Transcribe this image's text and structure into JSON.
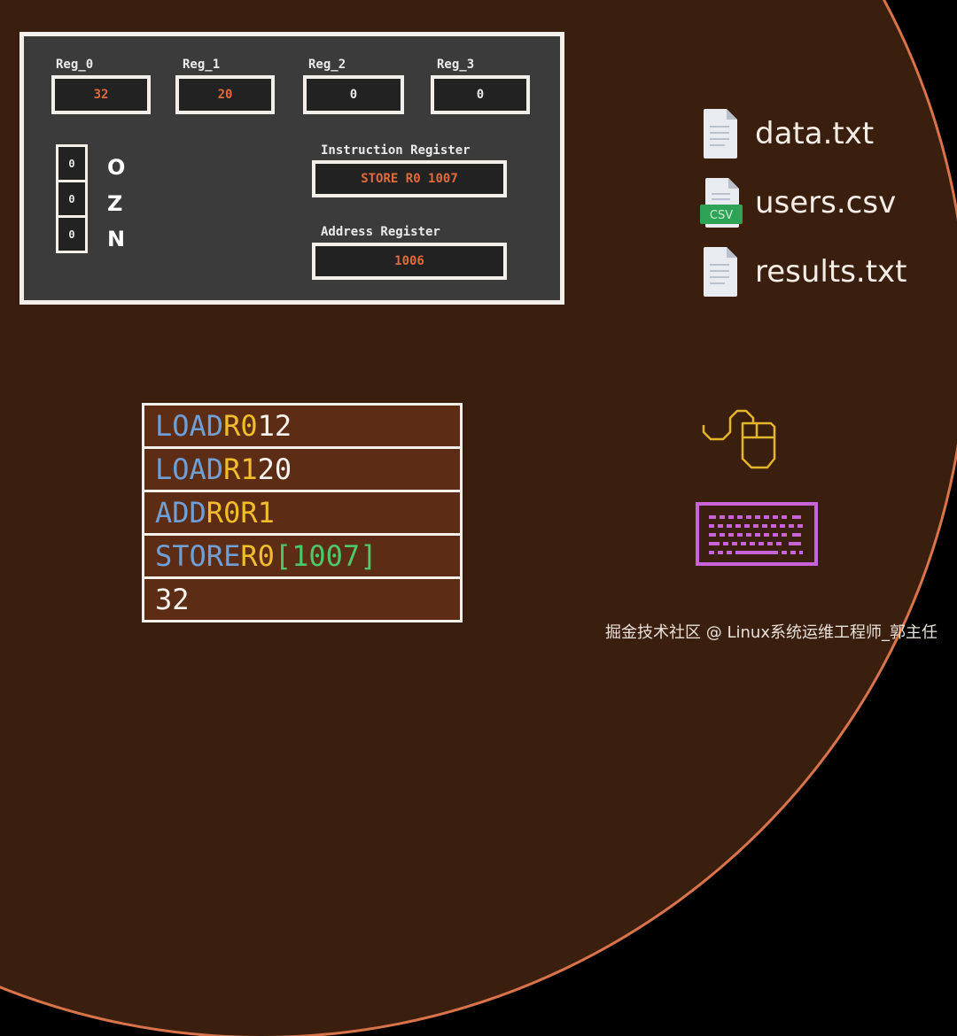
{
  "cpu": {
    "registers": [
      {
        "label": "Reg_0",
        "value": "32"
      },
      {
        "label": "Reg_1",
        "value": "20"
      },
      {
        "label": "Reg_2",
        "value": "0"
      },
      {
        "label": "Reg_3",
        "value": "0"
      }
    ],
    "flags": [
      {
        "letter": "O",
        "value": "0"
      },
      {
        "letter": "Z",
        "value": "0"
      },
      {
        "letter": "N",
        "value": "0"
      }
    ],
    "instruction_register": {
      "label": "Instruction Register",
      "value": "STORE R0 1007"
    },
    "address_register": {
      "label": "Address Register",
      "value": "1006"
    }
  },
  "files": [
    {
      "name": "data.txt",
      "icon": "text-file-icon"
    },
    {
      "name": "users.csv",
      "icon": "csv-file-icon",
      "badge": "CSV"
    },
    {
      "name": "results.txt",
      "icon": "text-file-icon"
    }
  ],
  "program": {
    "rows": [
      {
        "op": "LOAD",
        "args": [
          {
            "t": "reg",
            "v": "R0"
          },
          {
            "t": "num",
            "v": "12"
          }
        ]
      },
      {
        "op": "LOAD",
        "args": [
          {
            "t": "reg",
            "v": "R1"
          },
          {
            "t": "num",
            "v": "20"
          }
        ]
      },
      {
        "op": "ADD",
        "args": [
          {
            "t": "reg",
            "v": "R0"
          },
          {
            "t": "reg",
            "v": "R1"
          }
        ]
      },
      {
        "op": "STORE",
        "args": [
          {
            "t": "reg",
            "v": "R0"
          },
          {
            "t": "addr",
            "v": "[1007]"
          }
        ]
      },
      {
        "op": "",
        "args": [
          {
            "t": "num",
            "v": "32"
          }
        ]
      }
    ]
  },
  "devices": [
    {
      "name": "mouse-icon",
      "color": "#e5b52a"
    },
    {
      "name": "keyboard-icon",
      "color": "#c964d8"
    }
  ],
  "colors": {
    "background": "#3a1e0e",
    "circle_border": "#d9744a",
    "register_value": "#e06a3a",
    "opcode": "#6e9fd6",
    "register_token": "#f2bd2c",
    "address_token": "#4cc86a"
  },
  "watermark": "掘金技术社区 @ Linux系统运维工程师_郭主任"
}
